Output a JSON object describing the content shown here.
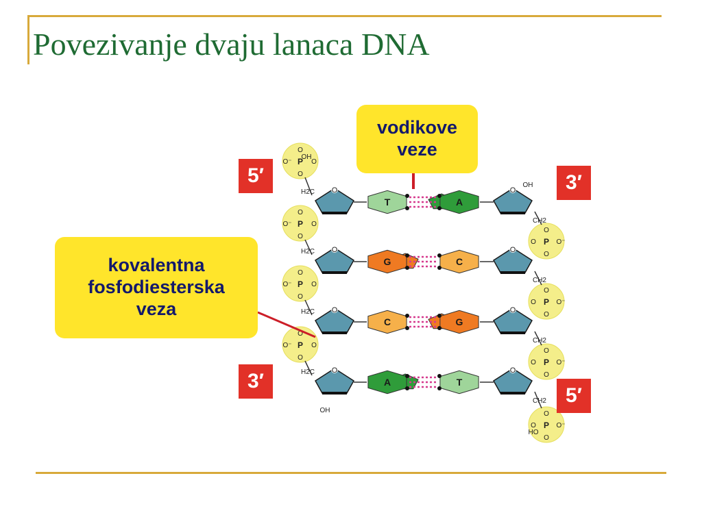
{
  "slide": {
    "title": "Povezivanje dvaju lanaca DNA"
  },
  "callouts": {
    "hydrogen_bonds": "vodikove\nveze",
    "phosphodiester": "kovalentna\nfosfodiesterska\nveza"
  },
  "end_labels": {
    "left_top": "5′",
    "right_top": "3′",
    "left_bottom": "3′",
    "right_bottom": "5′"
  },
  "chem_labels": {
    "oh": "OH",
    "ho": "HO",
    "h2c": "H2C",
    "ch2": "CH2",
    "o": "O",
    "p": "P",
    "o_minus": "O⁻"
  },
  "base_pairs": [
    {
      "left": "T",
      "right": "A"
    },
    {
      "left": "G",
      "right": "C"
    },
    {
      "left": "C",
      "right": "G"
    },
    {
      "left": "A",
      "right": "T"
    }
  ],
  "colors": {
    "title": "#1f6b33",
    "accent_line": "#d8a93a",
    "callout_bg": "#ffe52b",
    "callout_text": "#13196b",
    "prime_box": "#e23128",
    "phosphate": "#f4ee8a",
    "sugar": "#5b98ad",
    "base_T": "#9fd59a",
    "base_A": "#2f9c3a",
    "base_G": "#ef7a22",
    "base_C": "#f6b04a",
    "hbond": "#d63a8e",
    "leader_line": "#cc1e28"
  }
}
